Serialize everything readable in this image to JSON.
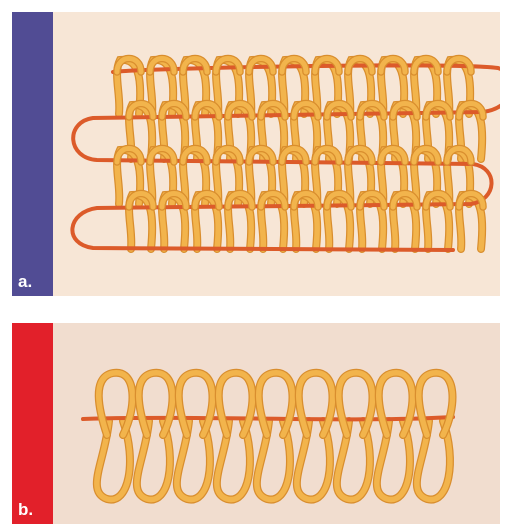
{
  "panels": [
    {
      "id": "a",
      "label": "a.",
      "bar_color": "#514C94",
      "background_color": "#F7E6D6",
      "description_kind": "weft-knit-structure"
    },
    {
      "id": "b",
      "label": "b.",
      "bar_color": "#E2202A",
      "background_color": "#F1DDCF",
      "description_kind": "single-course-loop-row"
    }
  ],
  "colors": {
    "loop_yarn": "#F2B44C",
    "loop_yarn_outline": "#D98E2E",
    "cross_yarn": "#DC5B2A"
  }
}
